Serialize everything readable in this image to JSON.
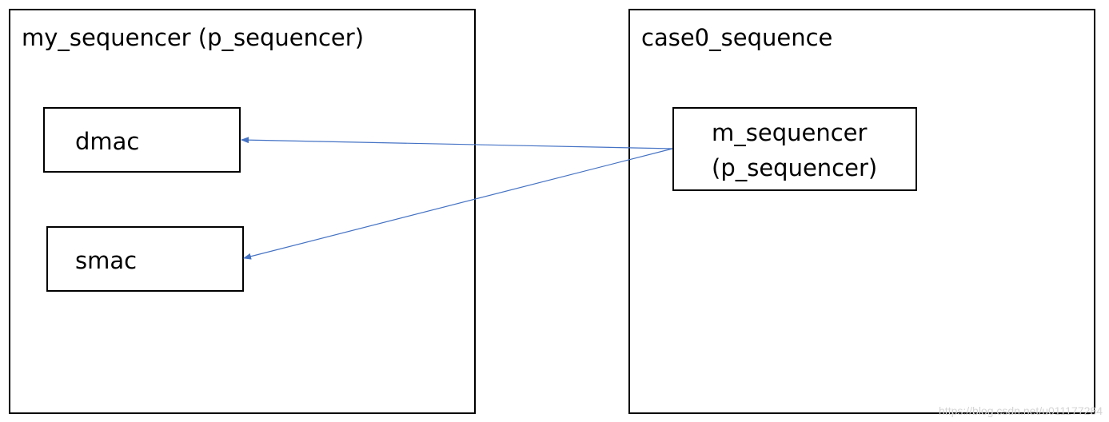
{
  "left_container": {
    "title": "my_sequencer (p_sequencer)"
  },
  "right_container": {
    "title": "case0_sequence"
  },
  "nodes": {
    "dmac": "dmac",
    "smac": "smac",
    "m_sequencer_line1": "m_sequencer",
    "m_sequencer_line2": "(p_sequencer)"
  },
  "edges": [
    {
      "from": "m_sequencer",
      "to": "dmac"
    },
    {
      "from": "m_sequencer",
      "to": "smac"
    }
  ],
  "colors": {
    "arrow": "#4472C4",
    "border": "#000000"
  },
  "watermark": "https://blog.csdn.net/u011177284"
}
